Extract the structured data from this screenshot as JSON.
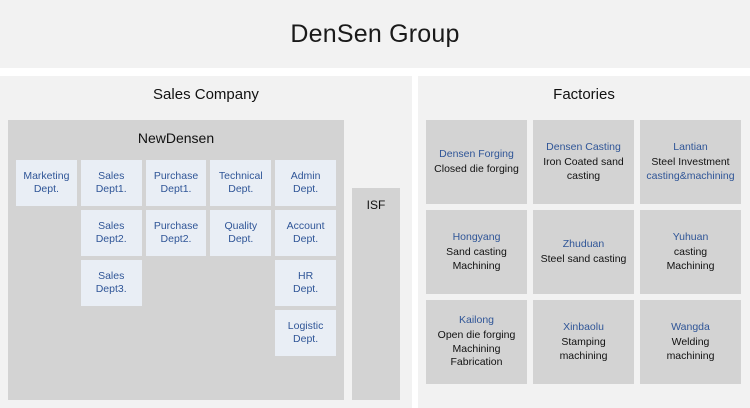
{
  "header": {
    "title": "DenSen Group"
  },
  "columns": {
    "sales": {
      "heading": "Sales Company",
      "newdensen": {
        "heading": "NewDensen",
        "departments": [
          [
            {
              "line1": "Marketing",
              "line2": "Dept."
            },
            {
              "line1": "Sales",
              "line2": "Dept1."
            },
            {
              "line1": "Purchase",
              "line2": "Dept1."
            },
            {
              "line1": "Technical",
              "line2": "Dept."
            },
            {
              "line1": "Admin",
              "line2": "Dept."
            }
          ],
          [
            {
              "line1": "",
              "line2": ""
            },
            {
              "line1": "Sales",
              "line2": "Dept2."
            },
            {
              "line1": "Purchase",
              "line2": "Dept2."
            },
            {
              "line1": "Quality",
              "line2": "Dept."
            },
            {
              "line1": "Account",
              "line2": "Dept."
            }
          ],
          [
            {
              "line1": "",
              "line2": ""
            },
            {
              "line1": "Sales",
              "line2": "Dept3."
            },
            {
              "line1": "",
              "line2": ""
            },
            {
              "line1": "",
              "line2": ""
            },
            {
              "line1": "HR",
              "line2": "Dept."
            }
          ],
          [
            {
              "line1": "",
              "line2": ""
            },
            {
              "line1": "",
              "line2": ""
            },
            {
              "line1": "",
              "line2": ""
            },
            {
              "line1": "",
              "line2": ""
            },
            {
              "line1": "Logistic",
              "line2": "Dept."
            }
          ]
        ]
      },
      "isf": {
        "label": "ISF"
      }
    },
    "factories": {
      "heading": "Factories",
      "items": [
        {
          "name": "Densen Forging",
          "desc_lines": [
            "Closed die forging"
          ],
          "blue_lines": []
        },
        {
          "name": "Densen Casting",
          "desc_lines": [
            "Iron Coated sand",
            "casting"
          ],
          "blue_lines": []
        },
        {
          "name": "Lantian",
          "desc_lines": [
            "Steel Investment"
          ],
          "blue_lines": [
            "casting&machining"
          ]
        },
        {
          "name": "Hongyang",
          "desc_lines": [
            "Sand casting",
            "Machining"
          ],
          "blue_lines": []
        },
        {
          "name": "Zhuduan",
          "desc_lines": [
            "Steel sand casting"
          ],
          "blue_lines": []
        },
        {
          "name": "Yuhuan",
          "desc_lines": [
            "casting",
            "Machining"
          ],
          "blue_lines": []
        },
        {
          "name": "Kailong",
          "desc_lines": [
            "Open die forging",
            "Machining",
            "Fabrication"
          ],
          "blue_lines": []
        },
        {
          "name": "Xinbaolu",
          "desc_lines": [
            "Stamping",
            "machining"
          ],
          "blue_lines": []
        },
        {
          "name": "Wangda",
          "desc_lines": [
            "Welding",
            "machining"
          ],
          "blue_lines": []
        }
      ]
    }
  },
  "colors": {
    "panel_bg": "#f2f2f2",
    "block_bg": "#d3d3d3",
    "dept_bg": "#e9eef5",
    "accent_text": "#2f5597",
    "body_text": "#111111"
  }
}
